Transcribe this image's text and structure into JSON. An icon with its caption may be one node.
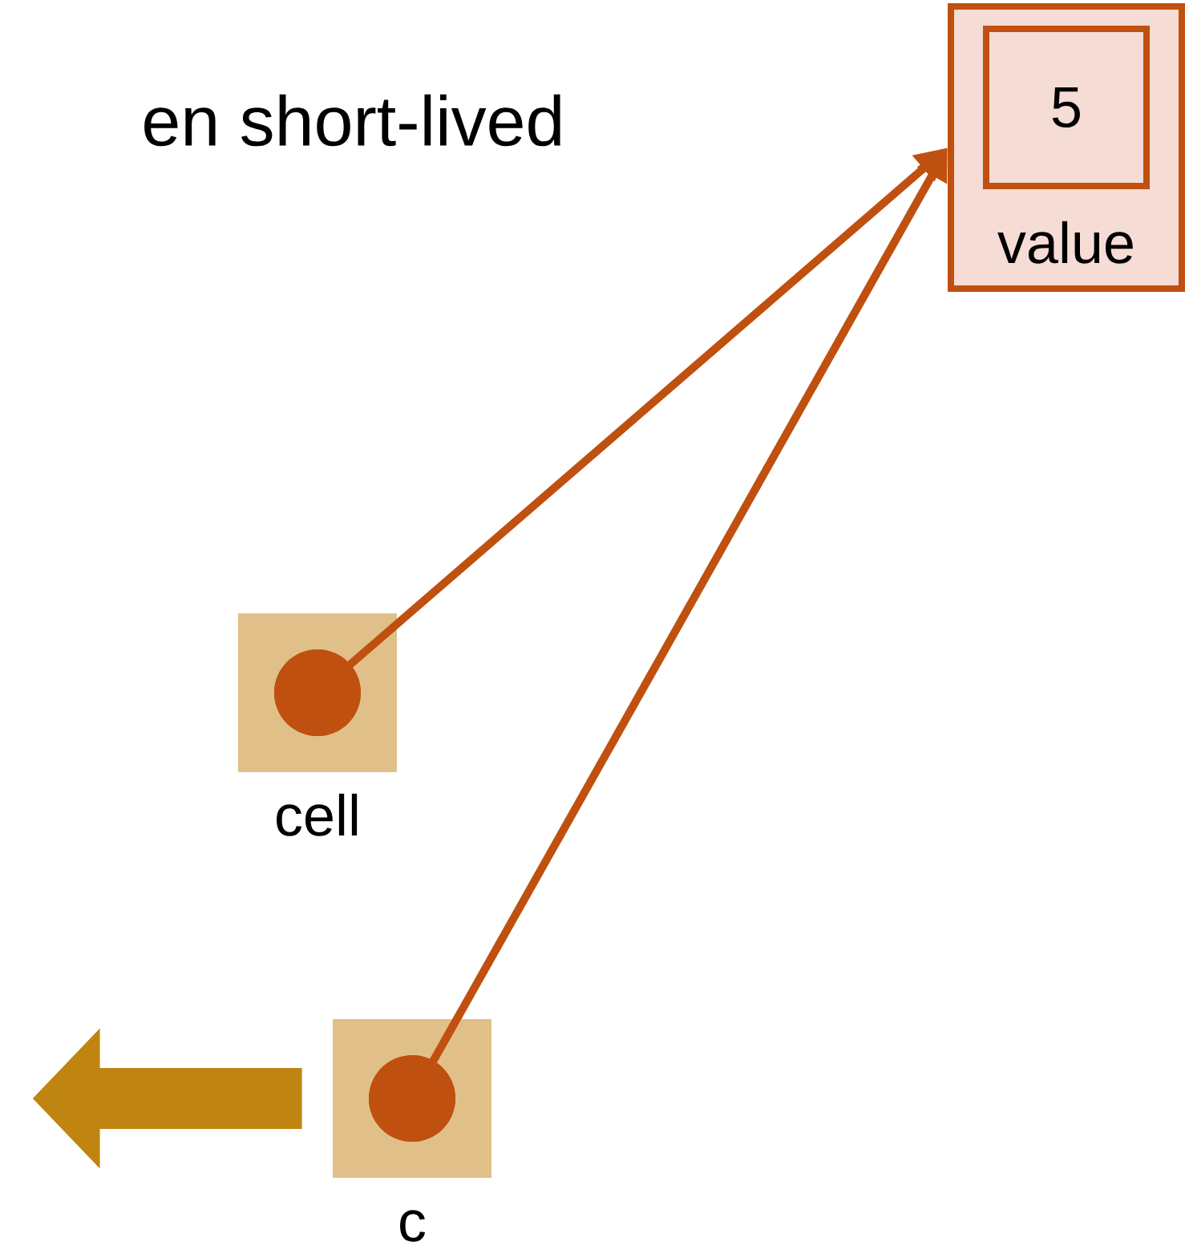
{
  "diagram": {
    "title": "en short-lived",
    "nodes": [
      {
        "text": [
          "value"
        ]
      },
      {
        "text": [
          "5"
        ],
        "in": 0
      },
      {
        "text": [],
        "shape": "box",
        "beside": [
          "cell"
        ]
      },
      {
        "text": [],
        "shape": "box",
        "beside": [
          "c"
        ]
      }
    ],
    "edges": [
      {
        "from": 2,
        "to": 0,
        "arrow": "to"
      },
      {
        "from": 3,
        "to": 0,
        "arrow": "to"
      },
      {
        "from": 3,
        "to": null,
        "arrow": "to",
        "style": "thick",
        "color": "#bf8510"
      }
    ]
  }
}
